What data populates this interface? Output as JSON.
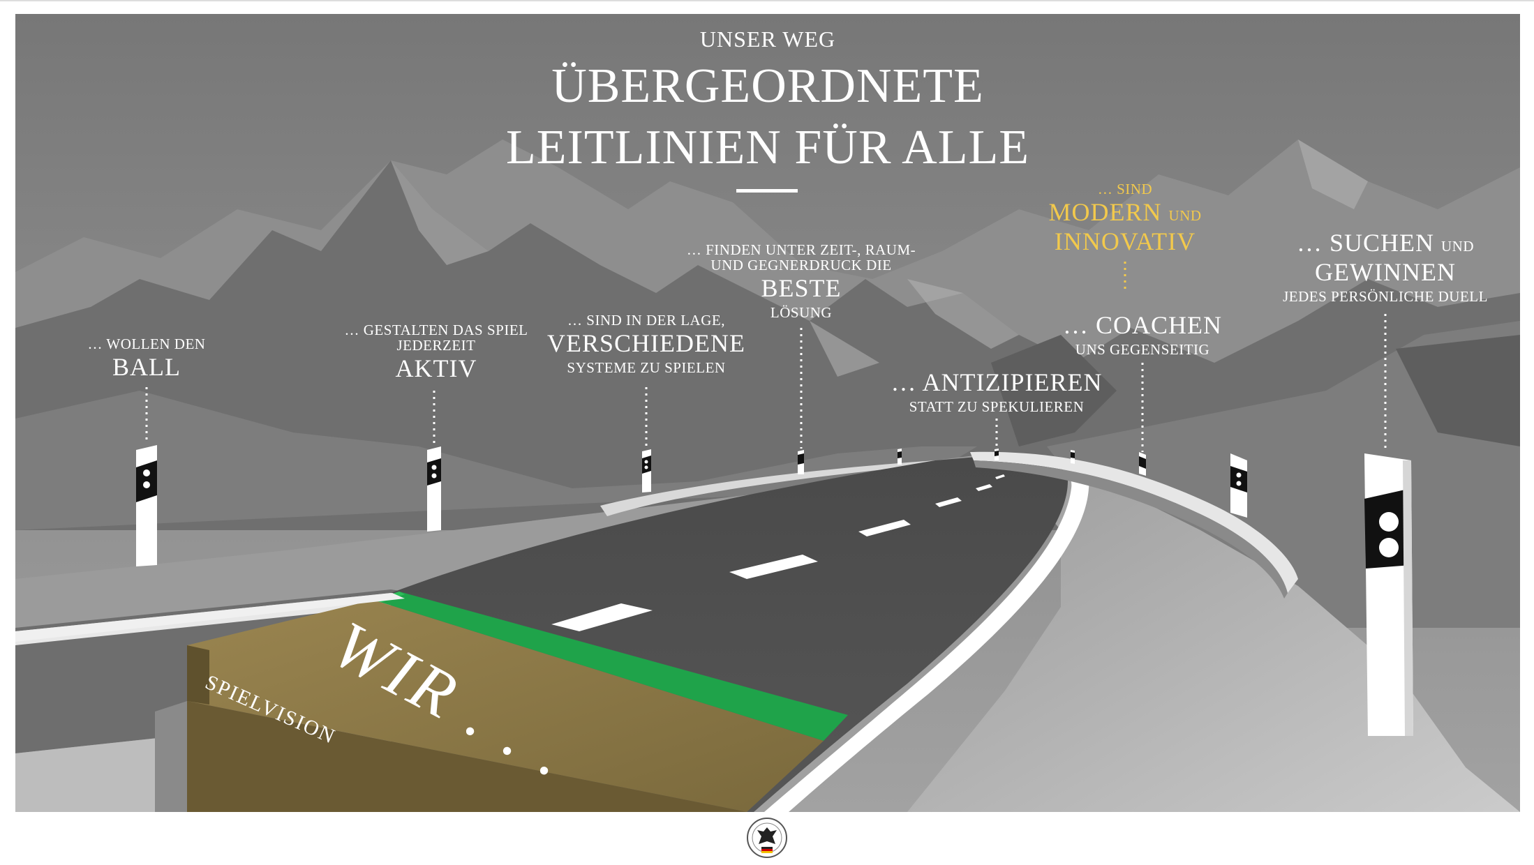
{
  "header": {
    "subtitle": "UNSER WEG",
    "title_line1": "ÜBERGEORDNETE",
    "title_line2": "LEITLINIEN FÜR ALLE"
  },
  "road": {
    "base_label": "SPIELVISION",
    "road_label": "WIR . . ."
  },
  "guidelines": [
    {
      "prefix": "… WOLLEN DEN",
      "main": "BALL"
    },
    {
      "prefix_line1": "… GESTALTEN DAS SPIEL",
      "prefix_line2": "JEDERZEIT",
      "main": "AKTIV"
    },
    {
      "prefix": "… SIND IN DER LAGE,",
      "main": "VERSCHIEDENE",
      "suffix": "SYSTEME ZU SPIELEN"
    },
    {
      "prefix_line1": "… FINDEN UNTER ZEIT-, RAUM-",
      "prefix_line2": "UND GEGNERDRUCK DIE",
      "main": "BESTE",
      "suffix": "LÖSUNG"
    },
    {
      "main": "… ANTIZIPIEREN",
      "suffix": "STATT ZU SPEKULIEREN"
    },
    {
      "main": "… COACHEN",
      "suffix": "UNS GEGENSEITIG"
    },
    {
      "prefix": "… SIND",
      "main_line1": "MODERN",
      "connector": "UND",
      "main_line2": "INNOVATIV"
    },
    {
      "main_line1": "… SUCHEN",
      "connector": "UND",
      "main_line2": "GEWINNEN",
      "suffix": "JEDES PERSÖNLICHE DUELL"
    }
  ],
  "colors": {
    "highlight": "#f2c94c",
    "turf": "#1fa34a",
    "base_block": "#8c7a4a"
  },
  "footer": {
    "logo_icon": "dfb-eagle-logo"
  }
}
